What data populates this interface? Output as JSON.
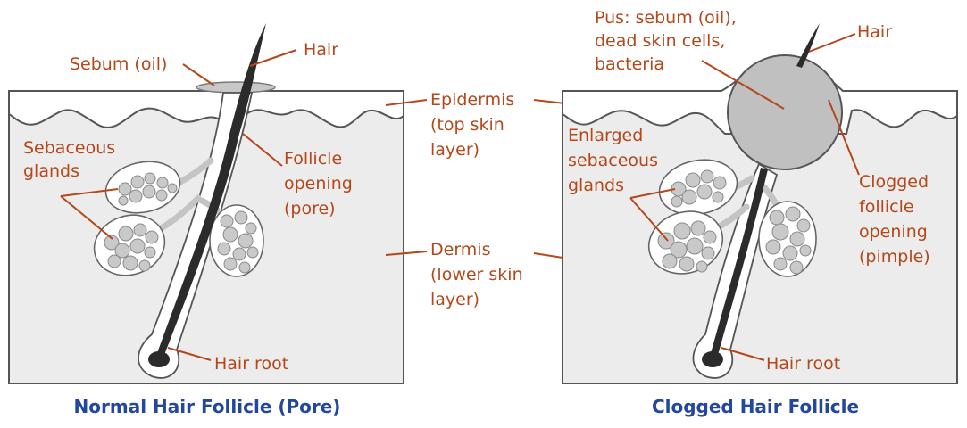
{
  "normal": {
    "caption": "Normal Hair Follicle (Pore)",
    "labels": {
      "sebum": "Sebum (oil)",
      "hair": "Hair",
      "sebaceous_1": "Sebaceous",
      "sebaceous_2": "glands",
      "follicle_1": "Follicle",
      "follicle_2": "opening",
      "follicle_3": "(pore)",
      "hair_root": "Hair root"
    }
  },
  "middle": {
    "epidermis_1": "Epidermis",
    "epidermis_2": "(top skin",
    "epidermis_3": "layer)",
    "dermis_1": "Dermis",
    "dermis_2": "(lower skin",
    "dermis_3": "layer)"
  },
  "clogged": {
    "caption": "Clogged Hair Follicle",
    "labels": {
      "pus_1": "Pus: sebum (oil),",
      "pus_2": "dead skin cells,",
      "pus_3": "bacteria",
      "hair": "Hair",
      "enlarged_1": "Enlarged",
      "enlarged_2": "sebaceous",
      "enlarged_3": "glands",
      "clogged_1": "Clogged",
      "clogged_2": "follicle",
      "clogged_3": "opening",
      "clogged_4": "(pimple)",
      "hair_root": "Hair root"
    }
  },
  "colors": {
    "label_text": "#b5471a",
    "caption_text": "#23479a",
    "dermis_fill": "#ececec",
    "pus_fill": "#c0c0c0"
  }
}
